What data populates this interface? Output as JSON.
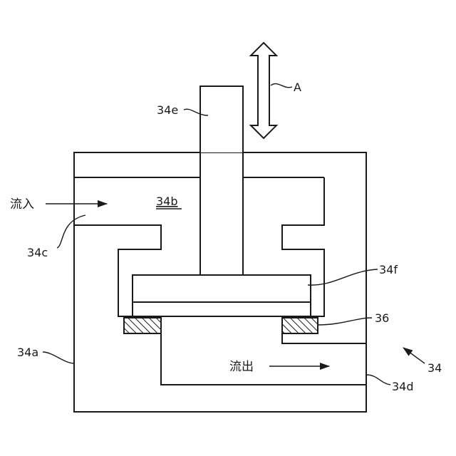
{
  "labels": {
    "arrow_a": "A",
    "stem": "34e",
    "chamber": "34b",
    "inflow_text": "流入",
    "inlet_port": "34c",
    "housing": "34a",
    "valve_disc": "34f",
    "seal": "36",
    "outflow_text": "流出",
    "outlet_port": "34d",
    "assembly": "34"
  },
  "colors": {
    "line": "#1a1a1a",
    "background": "#ffffff"
  }
}
